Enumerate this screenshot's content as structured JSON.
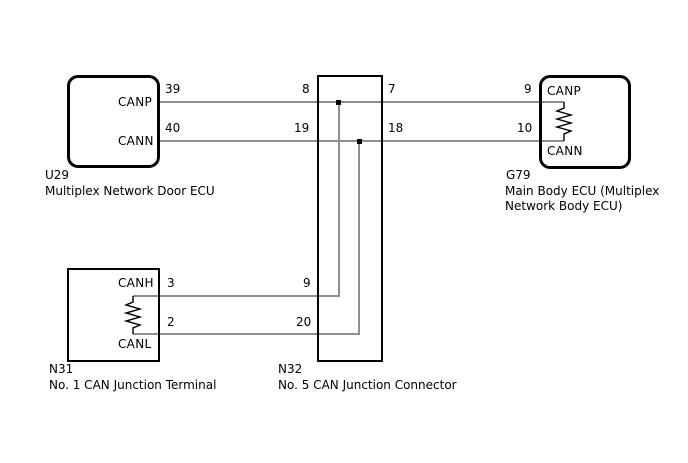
{
  "diagram": {
    "type": "can-bus-wiring-diagram",
    "colors": {
      "background": "#ffffff",
      "outline": "#000000",
      "wire": "#8e8e8e"
    },
    "u29": {
      "ref": "U29",
      "desc": "Multiplex Network Door ECU",
      "pin1_number": "39",
      "pin1_label": "CANP",
      "pin2_number": "40",
      "pin2_label": "CANN"
    },
    "g79": {
      "ref": "G79",
      "desc_line1": "Main Body ECU (Multiplex",
      "desc_line2": "Network Body ECU)",
      "pin1_number": "9",
      "pin1_label": "CANP",
      "pin2_number": "10",
      "pin2_label": "CANN",
      "contains": "terminating-resistor"
    },
    "n31": {
      "ref": "N31",
      "desc": "No. 1 CAN Junction Terminal",
      "pin1_number": "3",
      "pin1_label": "CANH",
      "pin2_number": "2",
      "pin2_label": "CANL",
      "contains": "terminating-resistor"
    },
    "n32": {
      "ref": "N32",
      "desc": "No. 5 CAN Junction Connector",
      "pin_left_row1": "8",
      "pin_right_row1": "7",
      "pin_left_row2": "19",
      "pin_right_row2": "18",
      "pin_left_row3": "9",
      "pin_left_row4": "20"
    },
    "connections": [
      "U29:39 (CANP) — N32:8/7 — G79:9 (CANP)",
      "U29:40 (CANN) — N32:19/18 — G79:10 (CANN)",
      "N31:3 (CANH) — N32:9 — joins CANP line inside N32",
      "N31:2 (CANL) — N32:20 — joins CANN line inside N32"
    ]
  }
}
